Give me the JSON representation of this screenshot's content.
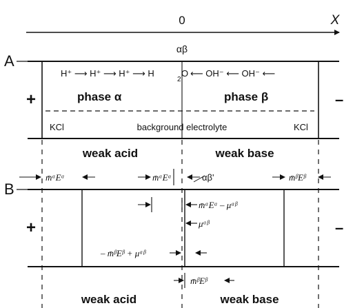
{
  "axis": {
    "origin": "0",
    "x_label": "X"
  },
  "panel_a": {
    "label": "A",
    "interface": "αβ",
    "flow_left": "H⁺ ⟶ H⁺ ⟶ H⁺ ⟶ H",
    "flow_mid_sub": "2",
    "flow_mid": "O",
    "flow_right": "⟵ OH⁻ ⟵ OH⁻ ⟵",
    "phase_alpha": "phase  α",
    "phase_beta": "phase  β",
    "plus": "+",
    "minus": "–",
    "kcl_left": "KCl",
    "background": "background electrolyte",
    "kcl_right": "KCl",
    "weak_acid": "weak acid",
    "weak_base": "weak base"
  },
  "panel_b": {
    "label": "B",
    "plus": "+",
    "minus": "–",
    "interface": "αβ'",
    "term_ma_ea": "m̄ᵅEᵅ",
    "term_mb_eb": "m̄ᵝEᵝ",
    "term_ma_ea_minus_mu": "m̄ᵅEᵅ – μᵅᵝ",
    "term_mu": "μᵅᵝ",
    "term_neg_mb_eb_plus_mu": "– m̄ᵝEᵝ + μᵅᵝ",
    "weak_acid": "weak acid",
    "weak_base": "weak base"
  }
}
